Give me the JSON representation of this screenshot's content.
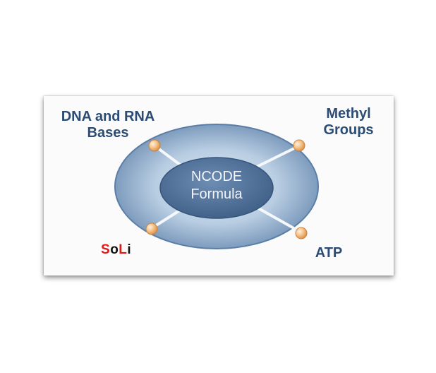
{
  "diagram": {
    "center": {
      "line1": "NCODE",
      "line2": "Formula"
    },
    "nodes": {
      "top_left": {
        "line1": "DNA and RNA",
        "line2": "Bases"
      },
      "top_right": {
        "line1": "Methyl",
        "line2": "Groups"
      },
      "bottom_right": {
        "line1": "ATP"
      }
    }
  },
  "logo": {
    "part1": "S",
    "part2": "o",
    "part3": "L",
    "part4": "i"
  },
  "colors": {
    "label_text": "#2b4c74",
    "ellipse_outer": "#a9c1d8",
    "ellipse_inner": "#4f6f96",
    "connector_ball": "#f2b97a",
    "logo_red": "#e21818",
    "logo_black": "#111111"
  }
}
